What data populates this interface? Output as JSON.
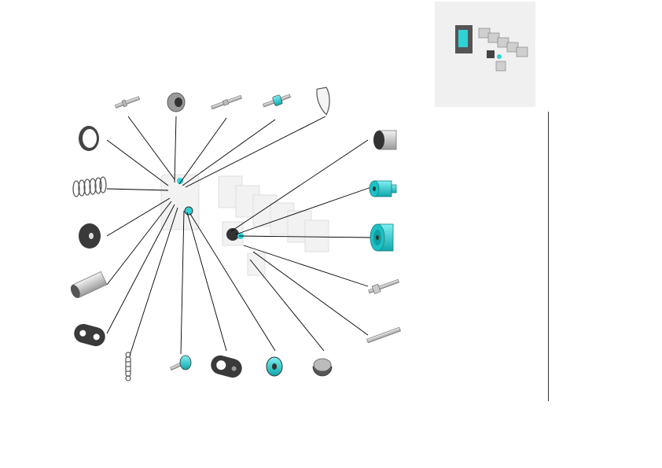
{
  "diagram": {
    "kind": "exploded-parts-view",
    "colors": {
      "accent": "#2ed3d6",
      "part": "#d9d9d9",
      "dark": "#3a3a3a",
      "leader": "#000000",
      "thumb_bg": "#f0f0f0"
    },
    "parts": [
      {
        "id": "pin-a",
        "icon": "pin"
      },
      {
        "id": "bushing-a",
        "icon": "bushing"
      },
      {
        "id": "shaft-a",
        "icon": "shaft"
      },
      {
        "id": "spindle-cyan",
        "icon": "spindle-with-gear"
      },
      {
        "id": "strap",
        "icon": "loop-strap"
      },
      {
        "id": "ring",
        "icon": "ring"
      },
      {
        "id": "spring-coil",
        "icon": "compression-spring"
      },
      {
        "id": "washer",
        "icon": "washer"
      },
      {
        "id": "tube",
        "icon": "tube"
      },
      {
        "id": "plate",
        "icon": "link-plate"
      },
      {
        "id": "spring-ext",
        "icon": "extension-spring"
      },
      {
        "id": "gear-pin",
        "icon": "gear-pin"
      },
      {
        "id": "cam",
        "icon": "cam"
      },
      {
        "id": "gear-small",
        "icon": "gear"
      },
      {
        "id": "cam-half",
        "icon": "cam-half"
      },
      {
        "id": "cup",
        "icon": "cup"
      },
      {
        "id": "roller-cyan",
        "icon": "roller"
      },
      {
        "id": "wheel-cyan",
        "icon": "wheel"
      },
      {
        "id": "axle-gear",
        "icon": "axle-with-gear"
      },
      {
        "id": "shaft-b",
        "icon": "shaft"
      }
    ]
  }
}
